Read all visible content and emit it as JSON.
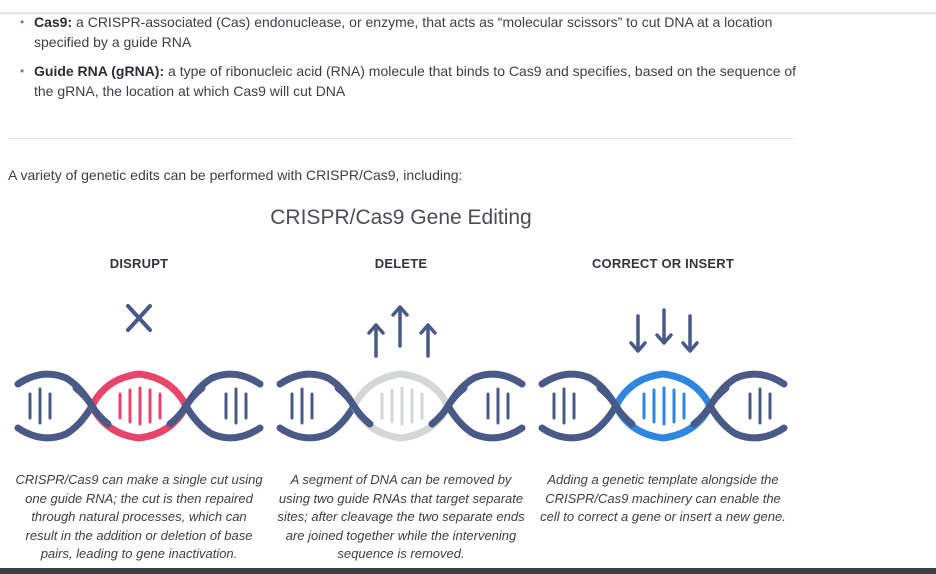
{
  "bullets": [
    {
      "term": "Cas9:",
      "text": " a CRISPR-associated (Cas) endonuclease, or enzyme, that acts as “molecular scissors” to cut DNA at a location specified by a guide RNA"
    },
    {
      "term": "Guide RNA (gRNA):",
      "text": " a type of ribonucleic acid (RNA) molecule that binds to Cas9 and specifies, based on the sequence of the gRNA, the location at which Cas9 will cut DNA"
    }
  ],
  "intro": "A variety of genetic edits can be performed with CRISPR/Cas9, including:",
  "figure": {
    "title": "CRISPR/Cas9 Gene Editing",
    "columns": [
      {
        "heading": "DISRUPT",
        "symbol": "x-mark-icon",
        "accent": "#e8456b",
        "description": "CRISPR/Cas9 can make a single cut using one guide RNA; the cut is then repaired through natural processes, which can result in the addition or deletion of base pairs, leading to gene inactivation."
      },
      {
        "heading": "DELETE",
        "symbol": "arrows-up-icon",
        "accent": "#d3d8d6",
        "description": "A segment of DNA can be removed by using two guide RNAs that target separate sites; after cleavage the two separate ends are joined together while the intervening sequence is removed."
      },
      {
        "heading": "CORRECT OR INSERT",
        "symbol": "arrows-down-icon",
        "accent": "#2f86e0",
        "description": "Adding a genetic template alongside the CRISPR/Cas9 machinery can enable the cell to correct a gene or insert a new gene."
      }
    ]
  },
  "colors": {
    "strand": "#4a5a86",
    "bullet": "#5a88c8",
    "text": "#3c3f4a"
  }
}
